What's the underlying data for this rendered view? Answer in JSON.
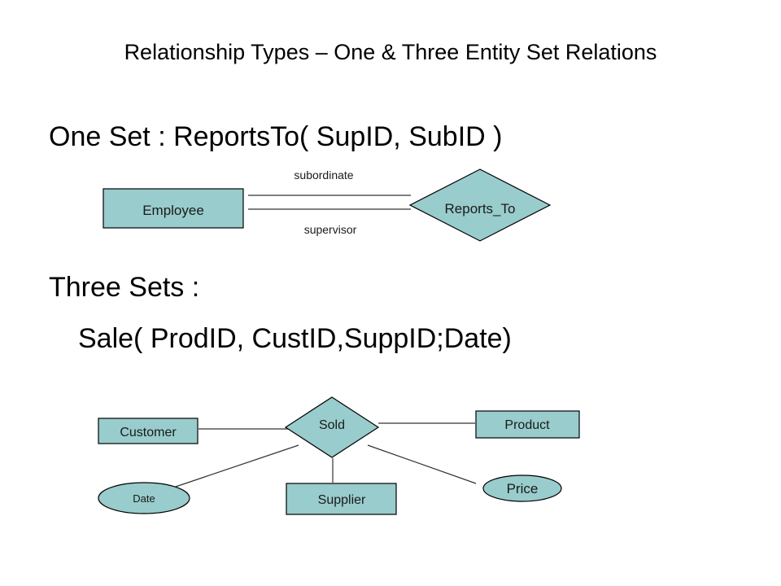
{
  "slide": {
    "title": "Relationship Types – One & Three Entity Set Relations",
    "one_set_line": "One Set :  ReportsTo( SupID, SubID )",
    "three_sets_line": "Three Sets :",
    "sale_line": "Sale( ProdID, CustID,SuppID;Date)"
  },
  "diagram_one": {
    "entity": "Employee",
    "relationship": "Reports_To",
    "role_top": "subordinate",
    "role_bottom": "supervisor"
  },
  "diagram_two": {
    "relationship": "Sold",
    "entity_customer": "Customer",
    "entity_product": "Product",
    "entity_supplier": "Supplier",
    "attr_date": "Date",
    "attr_price": "Price"
  },
  "colors": {
    "shape_fill": "#99cccc",
    "stroke": "#000000",
    "line": "#333333"
  }
}
